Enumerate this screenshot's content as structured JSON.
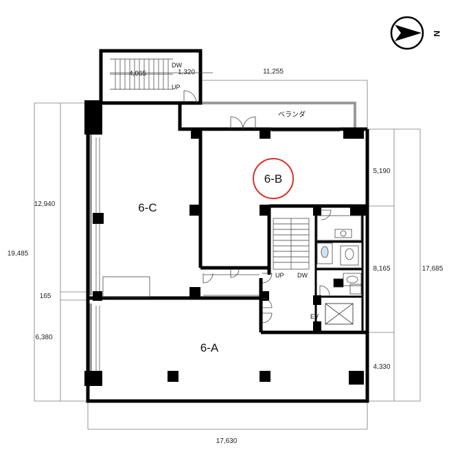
{
  "compass": {
    "label": "N",
    "icon": "north-arrow-icon"
  },
  "rooms": {
    "a": "6-A",
    "b": "6-B",
    "c": "6-C"
  },
  "balcony_label": "ベランダ",
  "stair_labels": {
    "top_up": "UP",
    "top_dw": "DW",
    "core_up": "UP",
    "core_dw": "DW",
    "ev": "EV"
  },
  "dimensions": {
    "top_stair_width": "4,065",
    "top_stair_depth": "1,320",
    "top_right": "11,255",
    "left_upper": "12,940",
    "left_total": "19,485",
    "left_gap": "165",
    "left_lower": "6,380",
    "right_upper": "5,190",
    "right_middle": "8,165",
    "right_total": "17,685",
    "right_lower": "4,330",
    "bottom_total": "17,630"
  },
  "highlight_color": "#d9302a"
}
